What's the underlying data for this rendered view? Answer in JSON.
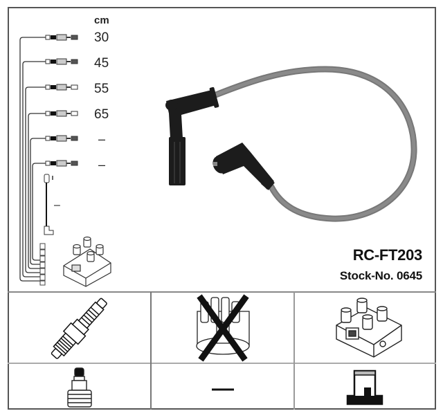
{
  "product": {
    "part_number": "RC-FT203",
    "stock_label": "Stock-No. 0645"
  },
  "lengths": {
    "unit": "cm",
    "leads": [
      {
        "index": 1,
        "length": "30"
      },
      {
        "index": 2,
        "length": "45"
      },
      {
        "index": 3,
        "length": "55"
      },
      {
        "index": 4,
        "length": "65"
      },
      {
        "index": 5,
        "length": "–"
      },
      {
        "index": 6,
        "length": "–"
      }
    ],
    "coil_lead_length": "–"
  },
  "components": {
    "spark_plug": {
      "icon": "spark-plug-icon",
      "applicable": true
    },
    "distributor_cap": {
      "icon": "distributor-cap-icon",
      "applicable": false
    },
    "ignition_coil": {
      "icon": "ignition-coil-icon",
      "applicable": true
    },
    "plug_terminal": {
      "icon": "plug-terminal-icon",
      "applicable": true
    },
    "cap_terminal": {
      "value": "—"
    },
    "coil_terminal": {
      "icon": "coil-terminal-icon",
      "applicable": true
    }
  },
  "colors": {
    "frame": "#555555",
    "cable": "#7a7a7a",
    "boot": "#1a1a1a",
    "text": "#111111"
  }
}
